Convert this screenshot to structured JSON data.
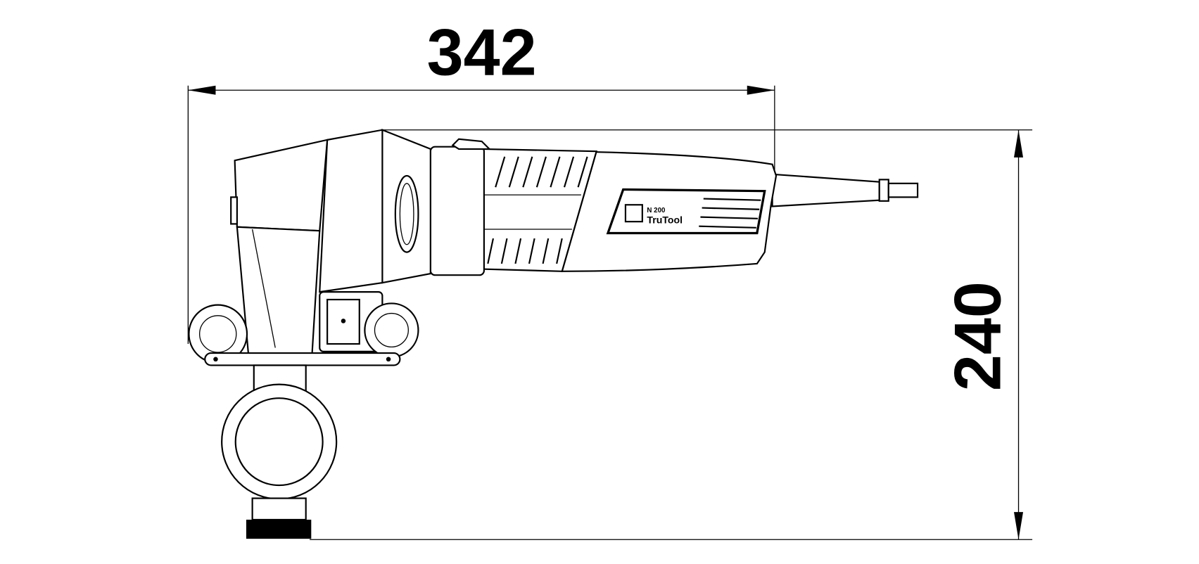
{
  "dimensions": {
    "length": {
      "value": "342"
    },
    "height": {
      "value": "240"
    }
  },
  "product_label": {
    "model": "N 200",
    "brand": "TruTool"
  },
  "colors": {
    "line": "#000000",
    "background": "#ffffff"
  }
}
